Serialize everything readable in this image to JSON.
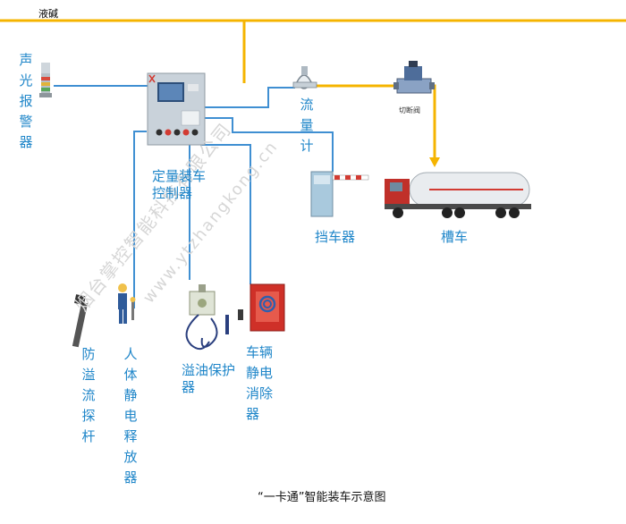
{
  "pipe_label": "液碱",
  "labels": {
    "alarm": "声光报警器",
    "controller": "定量装车控制器",
    "flowmeter": "流量计",
    "cutoff_valve": "切断阀",
    "barrier": "挡车器",
    "tanker": "槽车",
    "overflow_probe": "防溢流探杆",
    "static_discharger": "人体静电释放器",
    "overfill_protector": "溢油保护器",
    "vehicle_static": "车辆静电消除器"
  },
  "watermark": {
    "company": "烟台掌控智能科技有限公司",
    "url": "www.ytzhangkong.cn"
  },
  "caption": "“一卡通”智能装车示意图",
  "colors": {
    "pipe_yellow": "#f5b400",
    "signal_blue": "#3f8fd2",
    "label_blue": "#1f86c9"
  }
}
